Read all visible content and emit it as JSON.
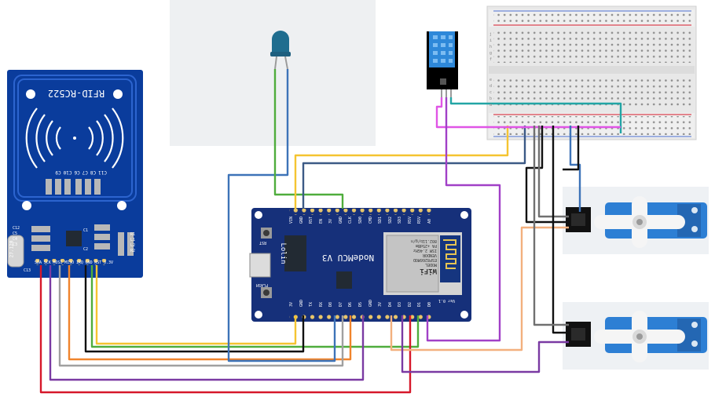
{
  "rfid": {
    "title": "RFID-RC522",
    "caps": [
      "C11",
      "C8",
      "C7",
      "C6",
      "C10",
      "C9"
    ],
    "pins": [
      "SDA",
      "SCK",
      "MOSI",
      "MISO",
      "IRQ",
      "GND",
      "RST",
      "3.3V"
    ],
    "crystal": "27.120",
    "c13": "C13",
    "side_labels": [
      "C12",
      "C5",
      "C4",
      "C3",
      "R1",
      "L1",
      "L2",
      "R2",
      "C1",
      "C2"
    ]
  },
  "nodemcu": {
    "brand": "Lolin",
    "model": "NodeMCU V3",
    "top_pins": [
      "VIN",
      "GND",
      "RST",
      "EN",
      "3V",
      "GND",
      "CLK",
      "SD0",
      "CMD",
      "SD1",
      "SD2",
      "SD3",
      "RSV",
      "RSV",
      "A0"
    ],
    "bottom_pins": [
      "3V",
      "GND",
      "TX",
      "RX",
      "D8",
      "D7",
      "D6",
      "D5",
      "GND",
      "3V",
      "D4",
      "D3",
      "D2",
      "D1",
      "D0"
    ],
    "rst_label": "RST",
    "flash_label": "FLASH",
    "ver_label": "Ver 0.1",
    "esp_model": "ESP8266MOD",
    "esp_vendor": "VENDOR",
    "esp_ism": "ISM 2.4GHz",
    "esp_pa": "PA +25dBm",
    "esp_std": "802.11b/g/n",
    "wifi": "WiFi",
    "model_label": "MODEL"
  },
  "breadboard": {
    "row_letters": [
      "j",
      "i",
      "h",
      "g",
      "f",
      "e",
      "d",
      "c",
      "b",
      "a"
    ]
  },
  "colors": {
    "red": "#d6182a",
    "orange": "#f0842c",
    "yellow": "#f5c431",
    "green": "#4fad3c",
    "blue": "#3d73b8",
    "purple": "#7a3aa3",
    "gray": "#a0a0a0",
    "black": "#111111",
    "magenta": "#e055e6",
    "teal": "#22a5a5",
    "peach": "#f3b07e",
    "darkblue": "#3c5a86",
    "board": "#16307a",
    "rfid": "#0a3c9c"
  }
}
